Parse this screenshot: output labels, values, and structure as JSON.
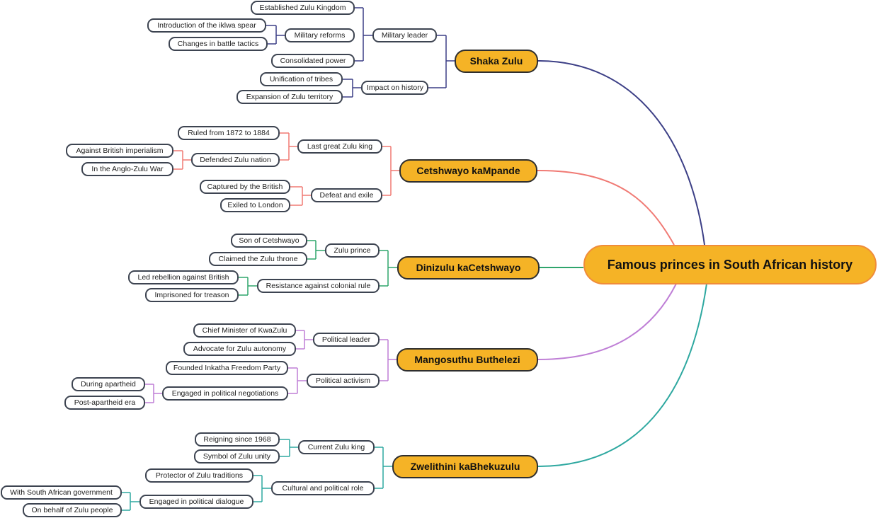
{
  "root": {
    "label": "Famous princes in South African history"
  },
  "colors": {
    "shaka": "#3c3f86",
    "cetshwayo": "#f07a74",
    "dinizulu": "#2fa56c",
    "mangosuthu": "#bf7fd6",
    "zwelithini": "#2ea8a0",
    "node_fill": "#f5b326",
    "leaf_border": "#3d4451"
  },
  "branches": {
    "shaka": {
      "title": "Shaka Zulu",
      "military_leader": "Military leader",
      "established_kingdom": "Established Zulu Kingdom",
      "military_reforms": "Military reforms",
      "iklwa_spear": "Introduction of the iklwa spear",
      "battle_tactics": "Changes in battle tactics",
      "consolidated_power": "Consolidated power",
      "impact": "Impact on history",
      "unification": "Unification of tribes",
      "expansion": "Expansion of Zulu territory"
    },
    "cetshwayo": {
      "title": "Cetshwayo kaMpande",
      "last_king": "Last great Zulu king",
      "ruled": "Ruled from 1872 to 1884",
      "defended": "Defended Zulu nation",
      "against_british": "Against British imperialism",
      "anglo_zulu_war": "In the Anglo-Zulu War",
      "defeat_exile": "Defeat and exile",
      "captured": "Captured by the British",
      "exiled": "Exiled to London"
    },
    "dinizulu": {
      "title": "Dinizulu kaCetshwayo",
      "zulu_prince": "Zulu prince",
      "son_of": "Son of Cetshwayo",
      "claimed_throne": "Claimed the Zulu throne",
      "resistance": "Resistance against colonial rule",
      "led_rebellion": "Led rebellion against British",
      "imprisoned": "Imprisoned for treason"
    },
    "mangosuthu": {
      "title": "Mangosuthu Buthelezi",
      "political_leader": "Political leader",
      "chief_minister": "Chief Minister of KwaZulu",
      "advocate": "Advocate for Zulu autonomy",
      "political_activism": "Political activism",
      "founded_ifp": "Founded Inkatha Freedom Party",
      "negotiations": "Engaged in political negotiations",
      "during_apartheid": "During apartheid",
      "post_apartheid": "Post-apartheid era"
    },
    "zwelithini": {
      "title": "Zwelithini kaBhekuzulu",
      "current_king": "Current Zulu king",
      "reigning": "Reigning since 1968",
      "symbol": "Symbol of Zulu unity",
      "cultural_role": "Cultural and political role",
      "protector": "Protector of Zulu traditions",
      "dialogue": "Engaged in political dialogue",
      "with_government": "With South African government",
      "on_behalf": "On behalf of Zulu people"
    }
  }
}
